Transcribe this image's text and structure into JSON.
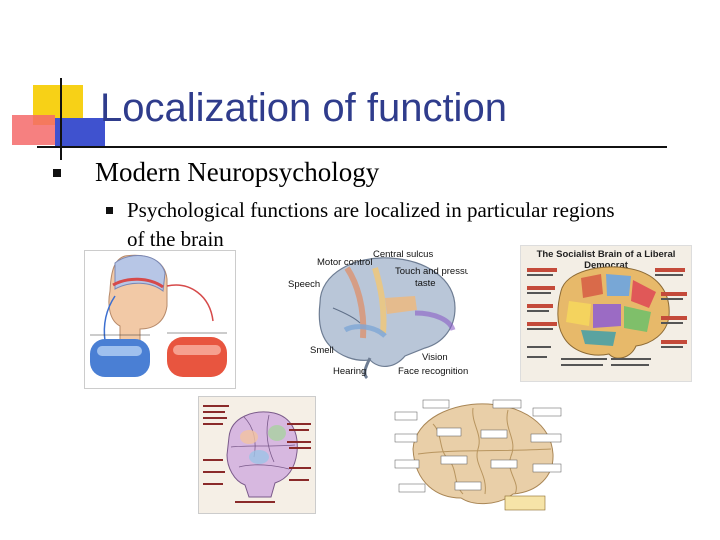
{
  "slide": {
    "title": "Localization of function",
    "bullet_1": "Modern Neuropsychology",
    "bullet_2": "Psychological functions are localized in particular regions of the brain"
  },
  "images": {
    "head_diagram": {
      "icon": "head-brain-illustration"
    },
    "lateral_brain": {
      "labels": {
        "motor": "Motor control",
        "central_sulcus": "Central sulcus",
        "touch": "Touch and pressure",
        "speech": "Speech",
        "taste": "taste",
        "smell": "Smell",
        "vision": "Vision",
        "hearing": "Hearing",
        "face": "Face recognition"
      }
    },
    "socialist_brain": {
      "title": "The Socialist Brain of a Liberal Democrat"
    },
    "phrenology_map": {
      "icon": "phrenology-map-illustration"
    },
    "liberal_brain": {
      "icon": "labeled-brain-illustration"
    }
  },
  "colors": {
    "title": "#2f3c8c",
    "accent_yellow": "#f7d117",
    "accent_red": "#f46a6a",
    "accent_blue": "#3f52cf"
  }
}
